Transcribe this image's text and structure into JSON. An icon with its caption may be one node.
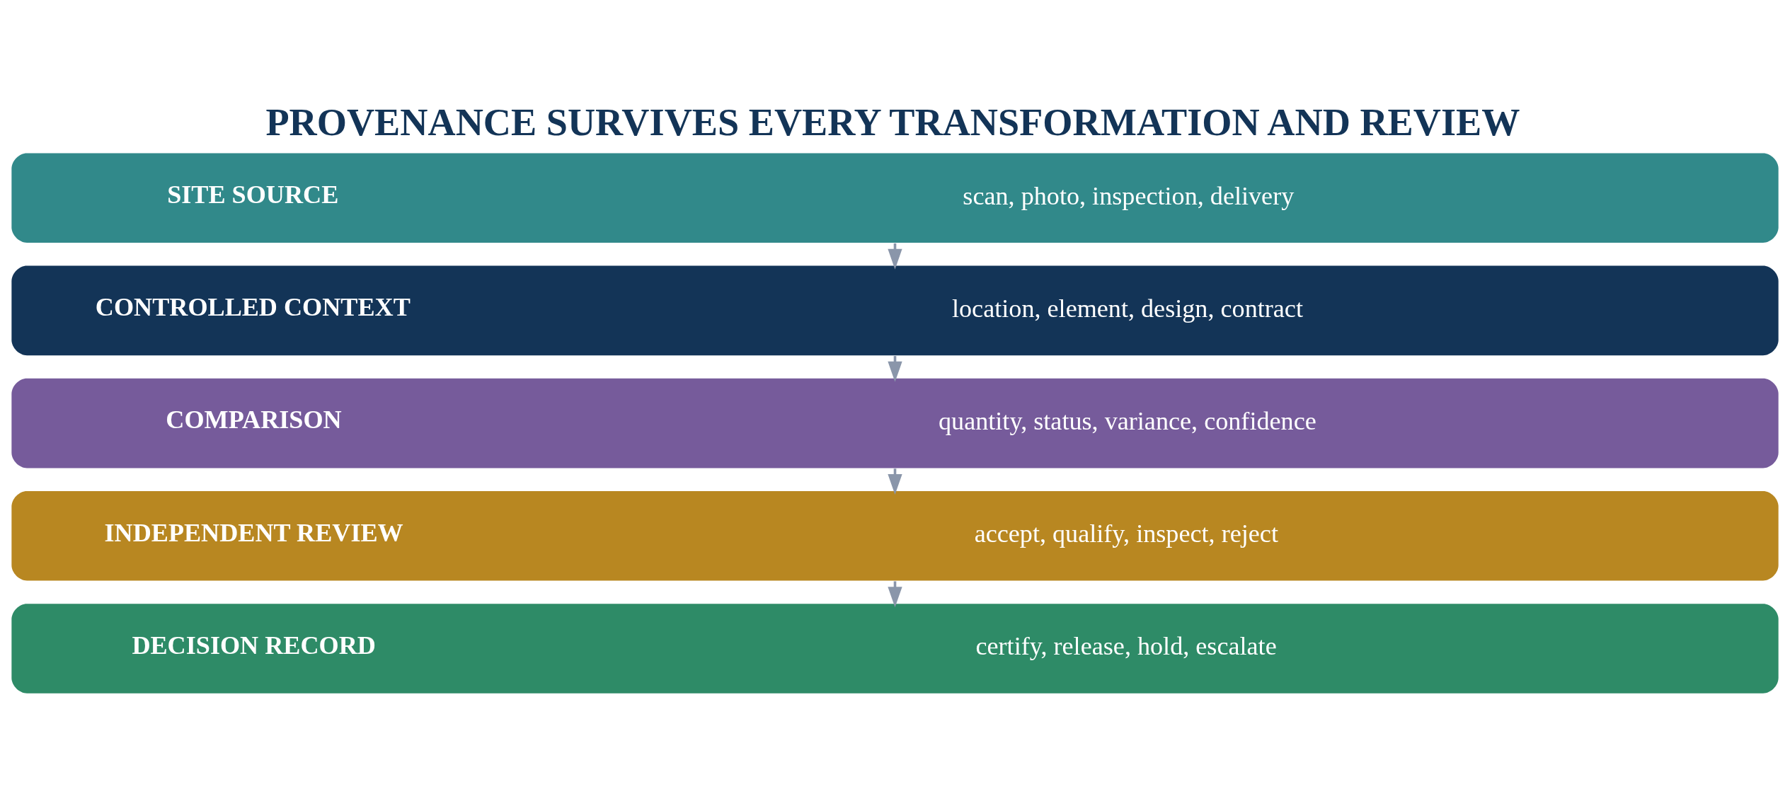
{
  "diagram": {
    "title": "PROVENANCE SURVIVES EVERY TRANSFORMATION AND REVIEW",
    "nodes": [
      {
        "text": [
          "SITE SOURCE",
          "scan, photo, inspection, delivery"
        ]
      },
      {
        "text": [
          "CONTROLLED CONTEXT",
          "location, element, design, contract"
        ]
      },
      {
        "text": [
          "COMPARISON",
          "quantity, status, variance, confidence"
        ]
      },
      {
        "text": [
          "INDEPENDENT REVIEW",
          "accept, qualify, inspect, reject"
        ]
      },
      {
        "text": [
          "DECISION RECORD",
          "certify, release, hold, escalate"
        ]
      }
    ],
    "edges": [
      {
        "from": 0,
        "to": 1,
        "arrow": "to"
      },
      {
        "from": 1,
        "to": 2,
        "arrow": "to"
      },
      {
        "from": 2,
        "to": 3,
        "arrow": "to"
      },
      {
        "from": 3,
        "to": 4,
        "arrow": "to"
      }
    ]
  }
}
